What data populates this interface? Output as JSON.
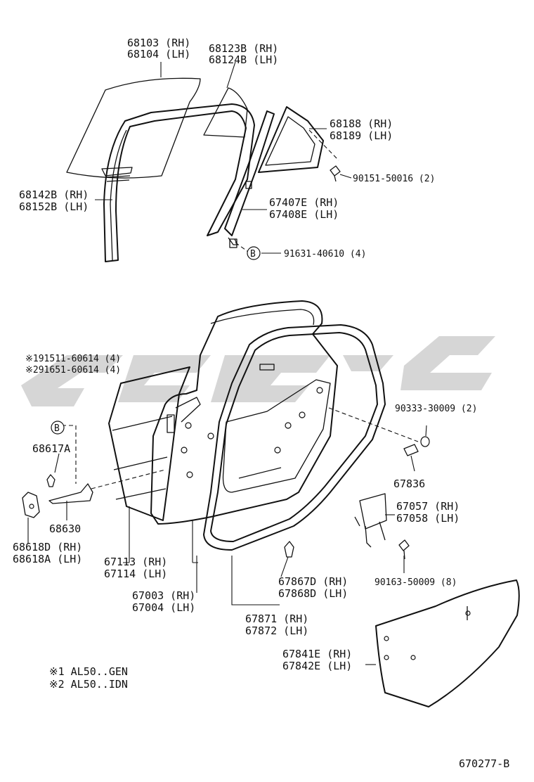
{
  "labels": {
    "l68103": "68103 (RH)",
    "l68104": "68104 (LH)",
    "l68123B": "68123B (RH)",
    "l68124B": "68124B (LH)",
    "l68188": "68188 (RH)",
    "l68189": "68189 (LH)",
    "l90151": "90151-50016 (2)",
    "l68142B": "68142B (RH)",
    "l68152B": "68152B (LH)",
    "l67407E": "67407E (RH)",
    "l67408E": "67408E (LH)",
    "l91631": "91631-40610 (4)",
    "callout_b": "B",
    "l91511": "※191511-60614 (4)",
    "l91651": "※291651-60614 (4)",
    "l90333": "90333-30009 (2)",
    "l68617A": "68617A",
    "l67836": "67836",
    "l67057": "67057 (RH)",
    "l67058": "67058 (LH)",
    "l68630": "68630",
    "l68618D": "68618D (RH)",
    "l68618A": "68618A (LH)",
    "l67113": "67113 (RH)",
    "l67114": "67114 (LH)",
    "l90163": "90163-50009 (8)",
    "l67867D": "67867D (RH)",
    "l67868D": "67868D (LH)",
    "l67003": "67003 (RH)",
    "l67004": "67004 (LH)",
    "l67871": "67871 (RH)",
    "l67872": "67872 (LH)",
    "l67841E": "67841E (RH)",
    "l67842E": "67842E (LH)",
    "note1": "※1  AL50..GEN",
    "note2": "※2  AL50..IDN",
    "diagram_id": "670277-B"
  }
}
